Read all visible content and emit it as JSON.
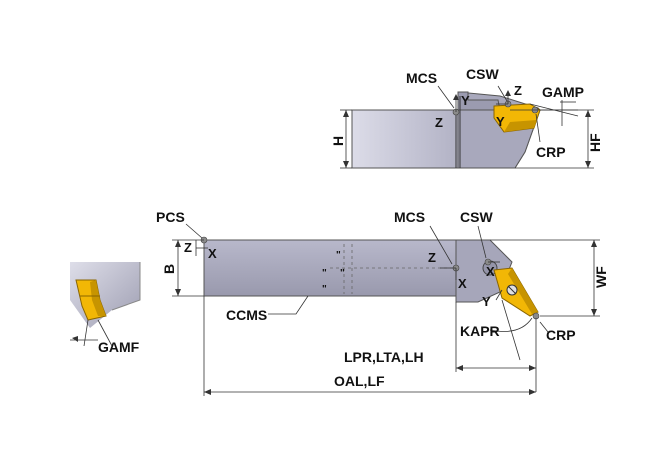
{
  "colors": {
    "body_fill": "#a3a3b8",
    "body_dark": "#7d7d92",
    "body_light": "#d9d9e6",
    "insert": "#f2b705",
    "insert_dark": "#b07f00",
    "point": "#8a8a8a",
    "line": "#333333"
  },
  "top_view": {
    "labels": {
      "mcs": "MCS",
      "csw": "CSW",
      "gamp": "GAMP",
      "crp": "CRP",
      "h": "H",
      "hf": "HF",
      "y1": "Y",
      "y2": "Y",
      "z1": "Z",
      "z2": "Z"
    }
  },
  "main_view": {
    "labels": {
      "pcs": "PCS",
      "mcs": "MCS",
      "csw": "CSW",
      "b": "B",
      "wf": "WF",
      "ccms": "CCMS",
      "kapr": "KAPR",
      "crp": "CRP",
      "lpr": "LPR,LTA,LH",
      "oal": "OAL,LF",
      "x1": "X",
      "x2": "X",
      "x3": "X",
      "y": "Y",
      "z1": "Z",
      "z2": "Z"
    }
  },
  "side_view": {
    "labels": {
      "gamf": "GAMF"
    }
  }
}
